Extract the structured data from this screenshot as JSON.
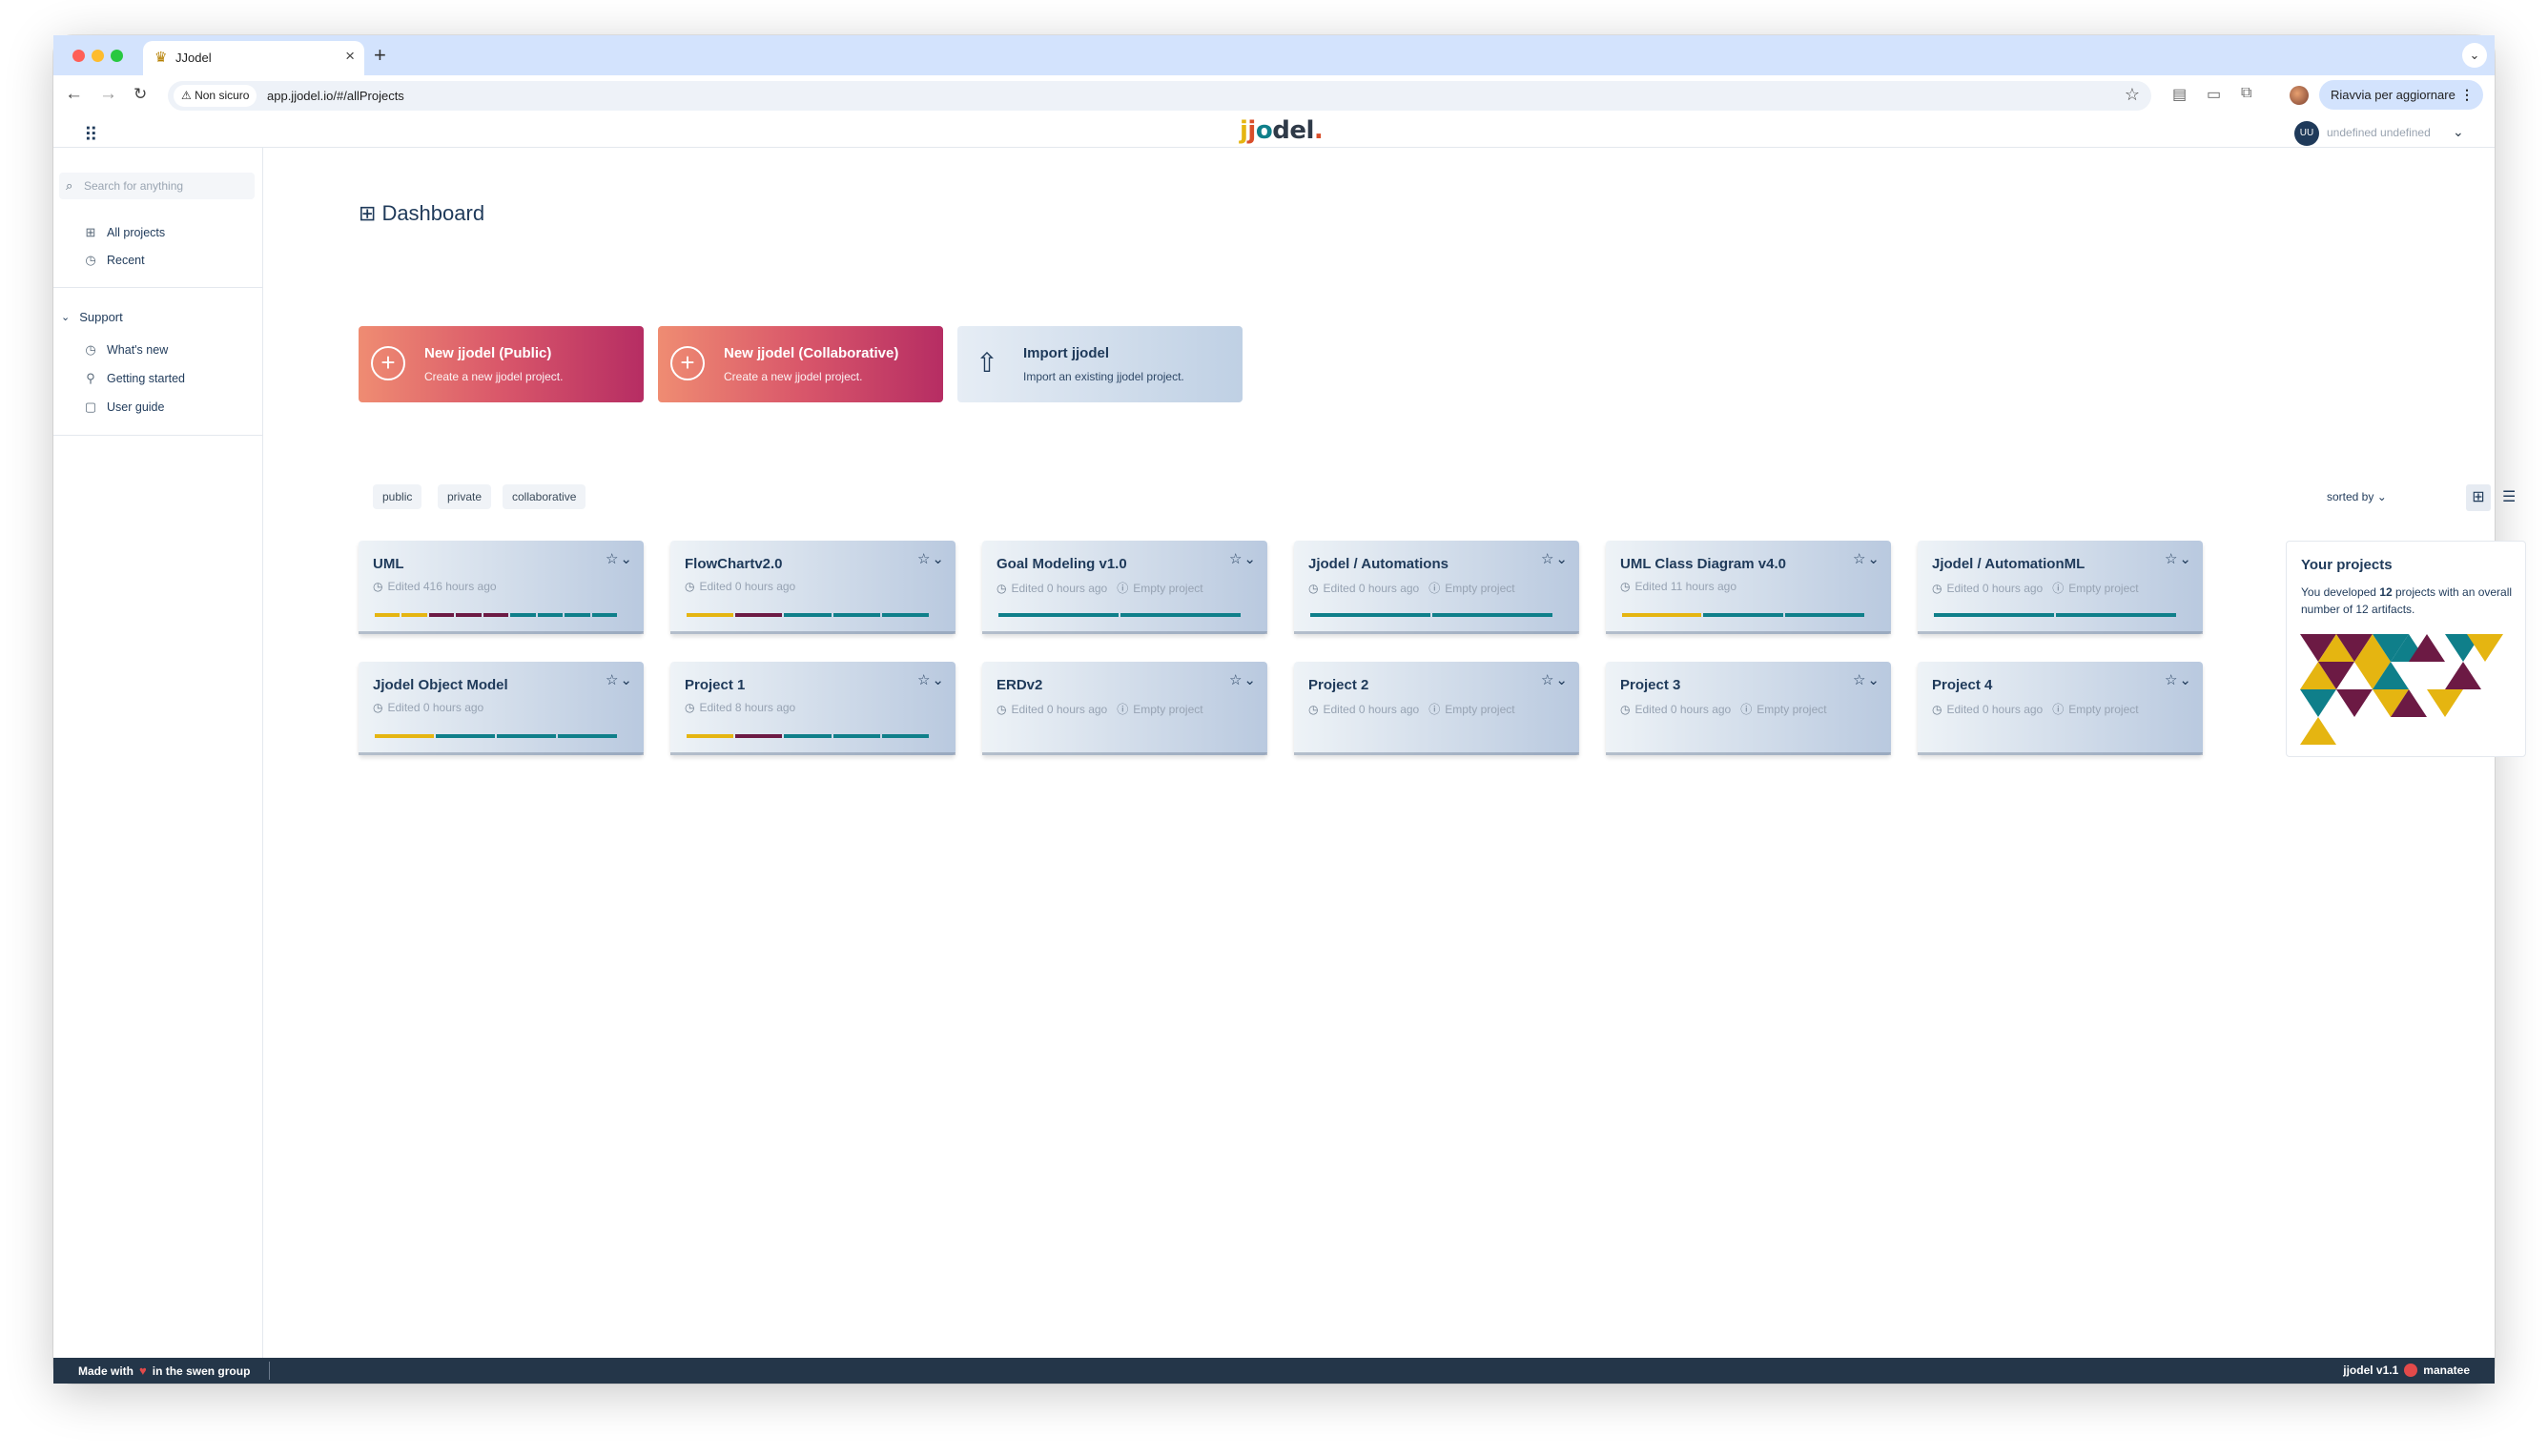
{
  "browser": {
    "tab_title": "JJodel",
    "tab_close": "×",
    "new_tab": "+",
    "tab_menu": "⌄",
    "security_label": "Non sicuro",
    "url": "app.jjodel.io/#/allProjects",
    "relaunch_label": "Riavvia per aggiornare",
    "relaunch_more": "⋮"
  },
  "appbar": {
    "logo_parts": [
      "j",
      "j",
      "o",
      "del",
      "."
    ],
    "user_initials": "UU",
    "user_name": "undefined undefined"
  },
  "sidebar": {
    "search_placeholder": "Search for anything",
    "items": [
      {
        "label": "All projects",
        "icon": "grid-icon"
      },
      {
        "label": "Recent",
        "icon": "clock-icon"
      }
    ],
    "support_section": "Support",
    "support_items": [
      {
        "label": "What's new",
        "icon": "clock-icon"
      },
      {
        "label": "Getting started",
        "icon": "tree-icon"
      },
      {
        "label": "User guide",
        "icon": "page-icon"
      }
    ]
  },
  "dashboard": {
    "title": "Dashboard",
    "actions": [
      {
        "title": "New jjodel (Public)",
        "subtitle": "Create a new jjodel project."
      },
      {
        "title": "New jjodel (Collaborative)",
        "subtitle": "Create a new jjodel project."
      },
      {
        "title": "Import jjodel",
        "subtitle": "Import an existing jjodel project."
      }
    ],
    "filters": [
      "public",
      "private",
      "collaborative"
    ],
    "sorted_by": "sorted by"
  },
  "projects": [
    {
      "name": "UML",
      "edited": "Edited 416 hours ago",
      "empty": "",
      "bar": [
        "#e5b511",
        "#e5b511",
        "#6c1a44",
        "#6c1a44",
        "#6c1a44",
        "#0f7f8a",
        "#0f7f8a",
        "#0f7f8a",
        "#0f7f8a"
      ]
    },
    {
      "name": "FlowChartv2.0",
      "edited": "Edited 0 hours ago",
      "empty": "",
      "bar": [
        "#e5b511",
        "#6c1a44",
        "#0f7f8a",
        "#0f7f8a",
        "#0f7f8a"
      ]
    },
    {
      "name": "Goal Modeling v1.0",
      "edited": "Edited 0 hours ago",
      "empty": "Empty project",
      "bar": [
        "#0f7f8a",
        "#0f7f8a"
      ]
    },
    {
      "name": "Jjodel / Automations",
      "edited": "Edited 0 hours ago",
      "empty": "Empty project",
      "bar": [
        "#0f7f8a",
        "#0f7f8a"
      ]
    },
    {
      "name": "UML Class Diagram v4.0",
      "edited": "Edited 11 hours ago",
      "empty": "",
      "bar": [
        "#e5b511",
        "#0f7f8a",
        "#0f7f8a"
      ]
    },
    {
      "name": "Jjodel / AutomationML",
      "edited": "Edited 0 hours ago",
      "empty": "Empty project",
      "bar": [
        "#0f7f8a",
        "#0f7f8a"
      ]
    },
    {
      "name": "Jjodel Object Model",
      "edited": "Edited 0 hours ago",
      "empty": "",
      "bar": [
        "#e5b511",
        "#0f7f8a",
        "#0f7f8a",
        "#0f7f8a"
      ]
    },
    {
      "name": "Project 1",
      "edited": "Edited 8 hours ago",
      "empty": "",
      "bar": [
        "#e5b511",
        "#6c1a44",
        "#0f7f8a",
        "#0f7f8a",
        "#0f7f8a"
      ]
    },
    {
      "name": "ERDv2",
      "edited": "Edited 0 hours ago",
      "empty": "Empty project",
      "bar": []
    },
    {
      "name": "Project 2",
      "edited": "Edited 0 hours ago",
      "empty": "Empty project",
      "bar": []
    },
    {
      "name": "Project 3",
      "edited": "Edited 0 hours ago",
      "empty": "Empty project",
      "bar": []
    },
    {
      "name": "Project 4",
      "edited": "Edited 0 hours ago",
      "empty": "Empty project",
      "bar": []
    }
  ],
  "your_projects": {
    "title": "Your projects",
    "text_before": "You developed ",
    "count": "12",
    "text_after": " projects with an overall number of 12 artifacts."
  },
  "footer": {
    "left_before": "Made with",
    "left_after": "in the swen group",
    "right_label": "jjodel v1.1",
    "right_brand": "manatee"
  },
  "colors": {
    "yellow": "#e5b511",
    "teal": "#0f7f8a",
    "plum": "#6c1a44",
    "navy": "#1f3a5a"
  }
}
